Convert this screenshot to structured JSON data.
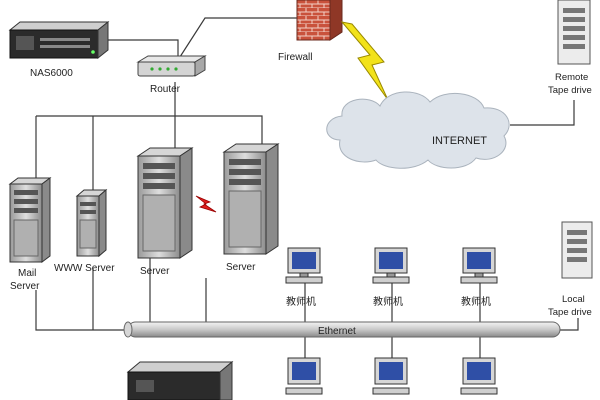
{
  "diagram": {
    "nodes": {
      "nas": "NAS6000",
      "router": "Router",
      "firewall": "Firewall",
      "remote_tape": [
        "Remote",
        "Tape drive"
      ],
      "internet": "INTERNET",
      "mail_server": [
        "Mail",
        "Server"
      ],
      "www_server": "WWW Server",
      "server_1": "Server",
      "server_2": "Server",
      "teacher_pc_1": "教师机",
      "teacher_pc_2": "教师机",
      "teacher_pc_3": "教师机",
      "local_tape": [
        "Local",
        "Tape drive"
      ],
      "ethernet": "Ethernet"
    },
    "colors": {
      "line": "#3a3a3a",
      "firewall_brick": "#c9523c",
      "lightning": "#f2e21a",
      "cloud": "#dde3ea",
      "server_body": "#c8c8c8",
      "monitor_screen": "#2f4fa6",
      "link_spark": "#e02020"
    }
  }
}
